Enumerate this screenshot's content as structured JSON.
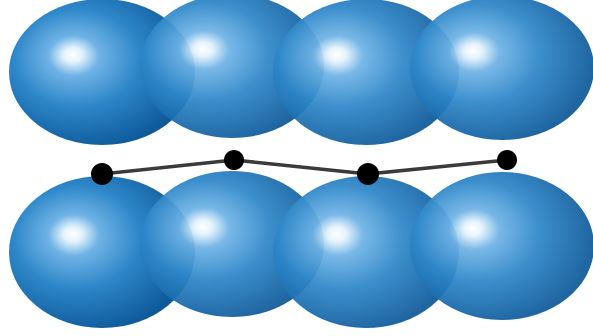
{
  "diagram": {
    "colors": {
      "background": "#ffffff",
      "sphere_highlight": "#ffffff",
      "sphere_light": "#6fb3e6",
      "sphere_mid": "#2d86c8",
      "sphere_dark": "#0e5a9a",
      "sphere_overlap": "#0c4f8a",
      "chain": "#3a3a3a",
      "atom": "#000000"
    },
    "top_row_sphere_count": 4,
    "bottom_row_sphere_count": 4,
    "chain_atom_count": 4
  }
}
